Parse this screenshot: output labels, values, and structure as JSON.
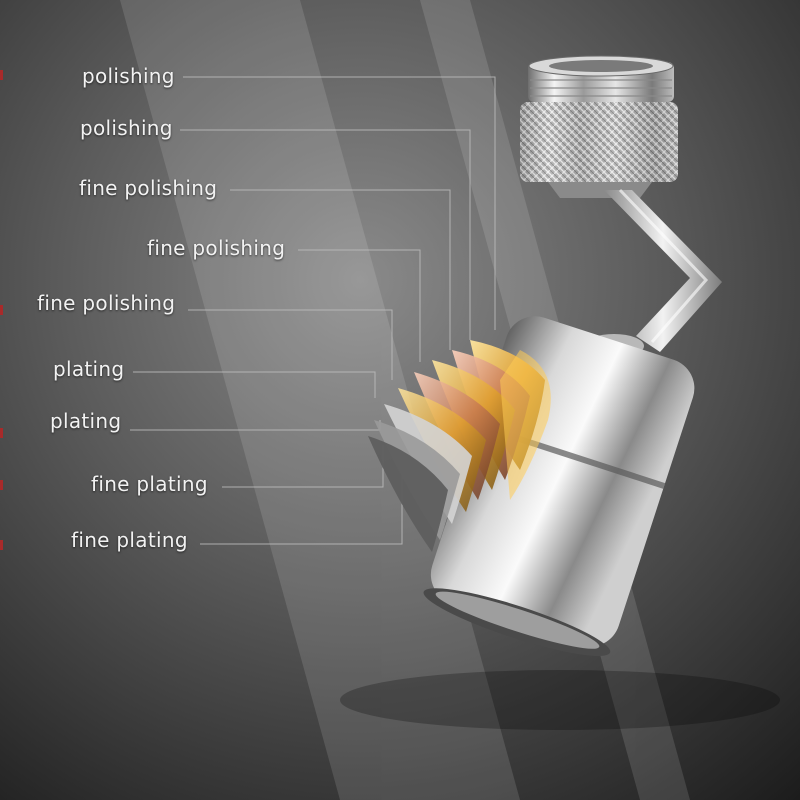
{
  "labels": [
    "polishing",
    "polishing",
    "fine polishing",
    "fine polishing",
    "fine polishing",
    "plating",
    "plating",
    "fine plating",
    "fine plating"
  ],
  "colors": {
    "background": "#2a2a2a",
    "chrome": "#c8c8c8",
    "leader_line": "#bdbdbd",
    "layer_gold": "#e0a030",
    "layer_copper": "#c87a50",
    "edge_mark": "#a82a2a"
  }
}
